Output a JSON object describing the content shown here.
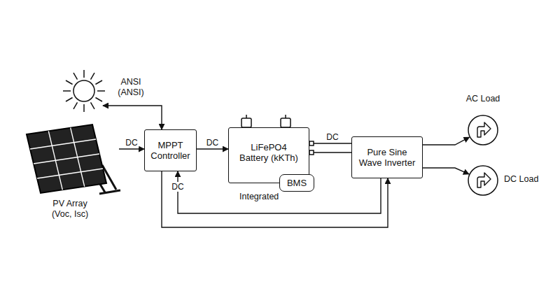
{
  "diagram": {
    "nodes": [
      {
        "text": [
          "ANSI",
          "(ANSI)"
        ]
      },
      {
        "text": [
          "PV Array",
          "(Voc, Isc)"
        ]
      },
      {
        "text": [
          "MPPT Controller"
        ]
      },
      {
        "text": [
          "LiFePO4 Battery (kKTh)"
        ]
      },
      {
        "text": [
          "BMS"
        ],
        "in": 3
      },
      {
        "text": [
          "Pure Sine Wave Inverter"
        ]
      },
      {
        "text": [
          "AC Load"
        ]
      },
      {
        "text": [
          "DC Load"
        ]
      }
    ],
    "edges": [
      {
        "from": 2,
        "to": 0,
        "arrow": "both"
      },
      {
        "from": 1,
        "to": 2,
        "label": "DC",
        "arrow": "to"
      },
      {
        "from": 2,
        "to": 3,
        "label": "DC",
        "arrow": "to"
      },
      {
        "from": 3,
        "to": 5,
        "label": "DC",
        "arrow": "none"
      },
      {
        "from": 5,
        "to": 6,
        "arrow": "to"
      },
      {
        "from": 5,
        "to": 7,
        "arrow": "to"
      },
      {
        "from": 5,
        "to": 2,
        "label": "DC",
        "arrow": "to"
      },
      {
        "from": 2,
        "to": 5,
        "arrow": "to"
      }
    ],
    "labels": [
      "Integrated"
    ]
  }
}
